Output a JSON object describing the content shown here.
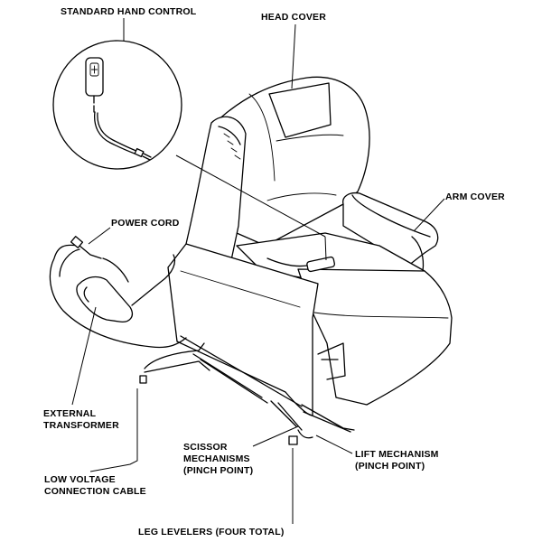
{
  "labels": {
    "standard_hand_control": "STANDARD HAND CONTROL",
    "head_cover": "HEAD COVER",
    "arm_cover": "ARM COVER",
    "power_cord": "POWER CORD",
    "external_transformer": [
      "EXTERNAL",
      "TRANSFORMER"
    ],
    "scissor_mechanisms": [
      "SCISSOR",
      "MECHANISMS",
      "(PINCH POINT)"
    ],
    "lift_mechanism": [
      "LIFT MECHANISM",
      "(PINCH POINT)"
    ],
    "low_voltage_cable": [
      "LOW VOLTAGE",
      "CONNECTION CABLE"
    ],
    "leg_levelers": "LEG LEVELERS (FOUR TOTAL)"
  },
  "colors": {
    "ink": "#000000",
    "paper": "#ffffff"
  }
}
